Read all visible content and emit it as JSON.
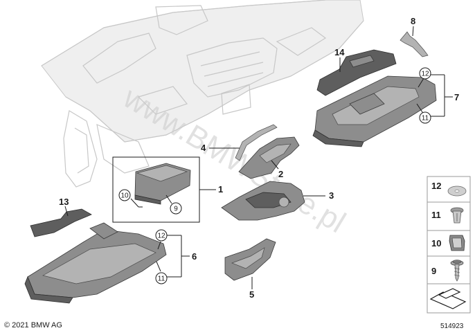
{
  "callouts": {
    "c1": "1",
    "c2": "2",
    "c3": "3",
    "c4": "4",
    "c5": "5",
    "c6": "6",
    "c7": "7",
    "c8": "8",
    "c13": "13",
    "c14": "14",
    "c9_circle": "9",
    "c10_circle": "10",
    "c12_left": "12",
    "c11_left": "11",
    "c12_right": "12",
    "c11_right": "11"
  },
  "legend": {
    "n12": "12",
    "n11": "11",
    "n10": "10",
    "n9": "9"
  },
  "watermark": "www.BMWStore.pl",
  "footer": {
    "copyright": "© 2021 BMW AG",
    "doc_number": "514923"
  }
}
